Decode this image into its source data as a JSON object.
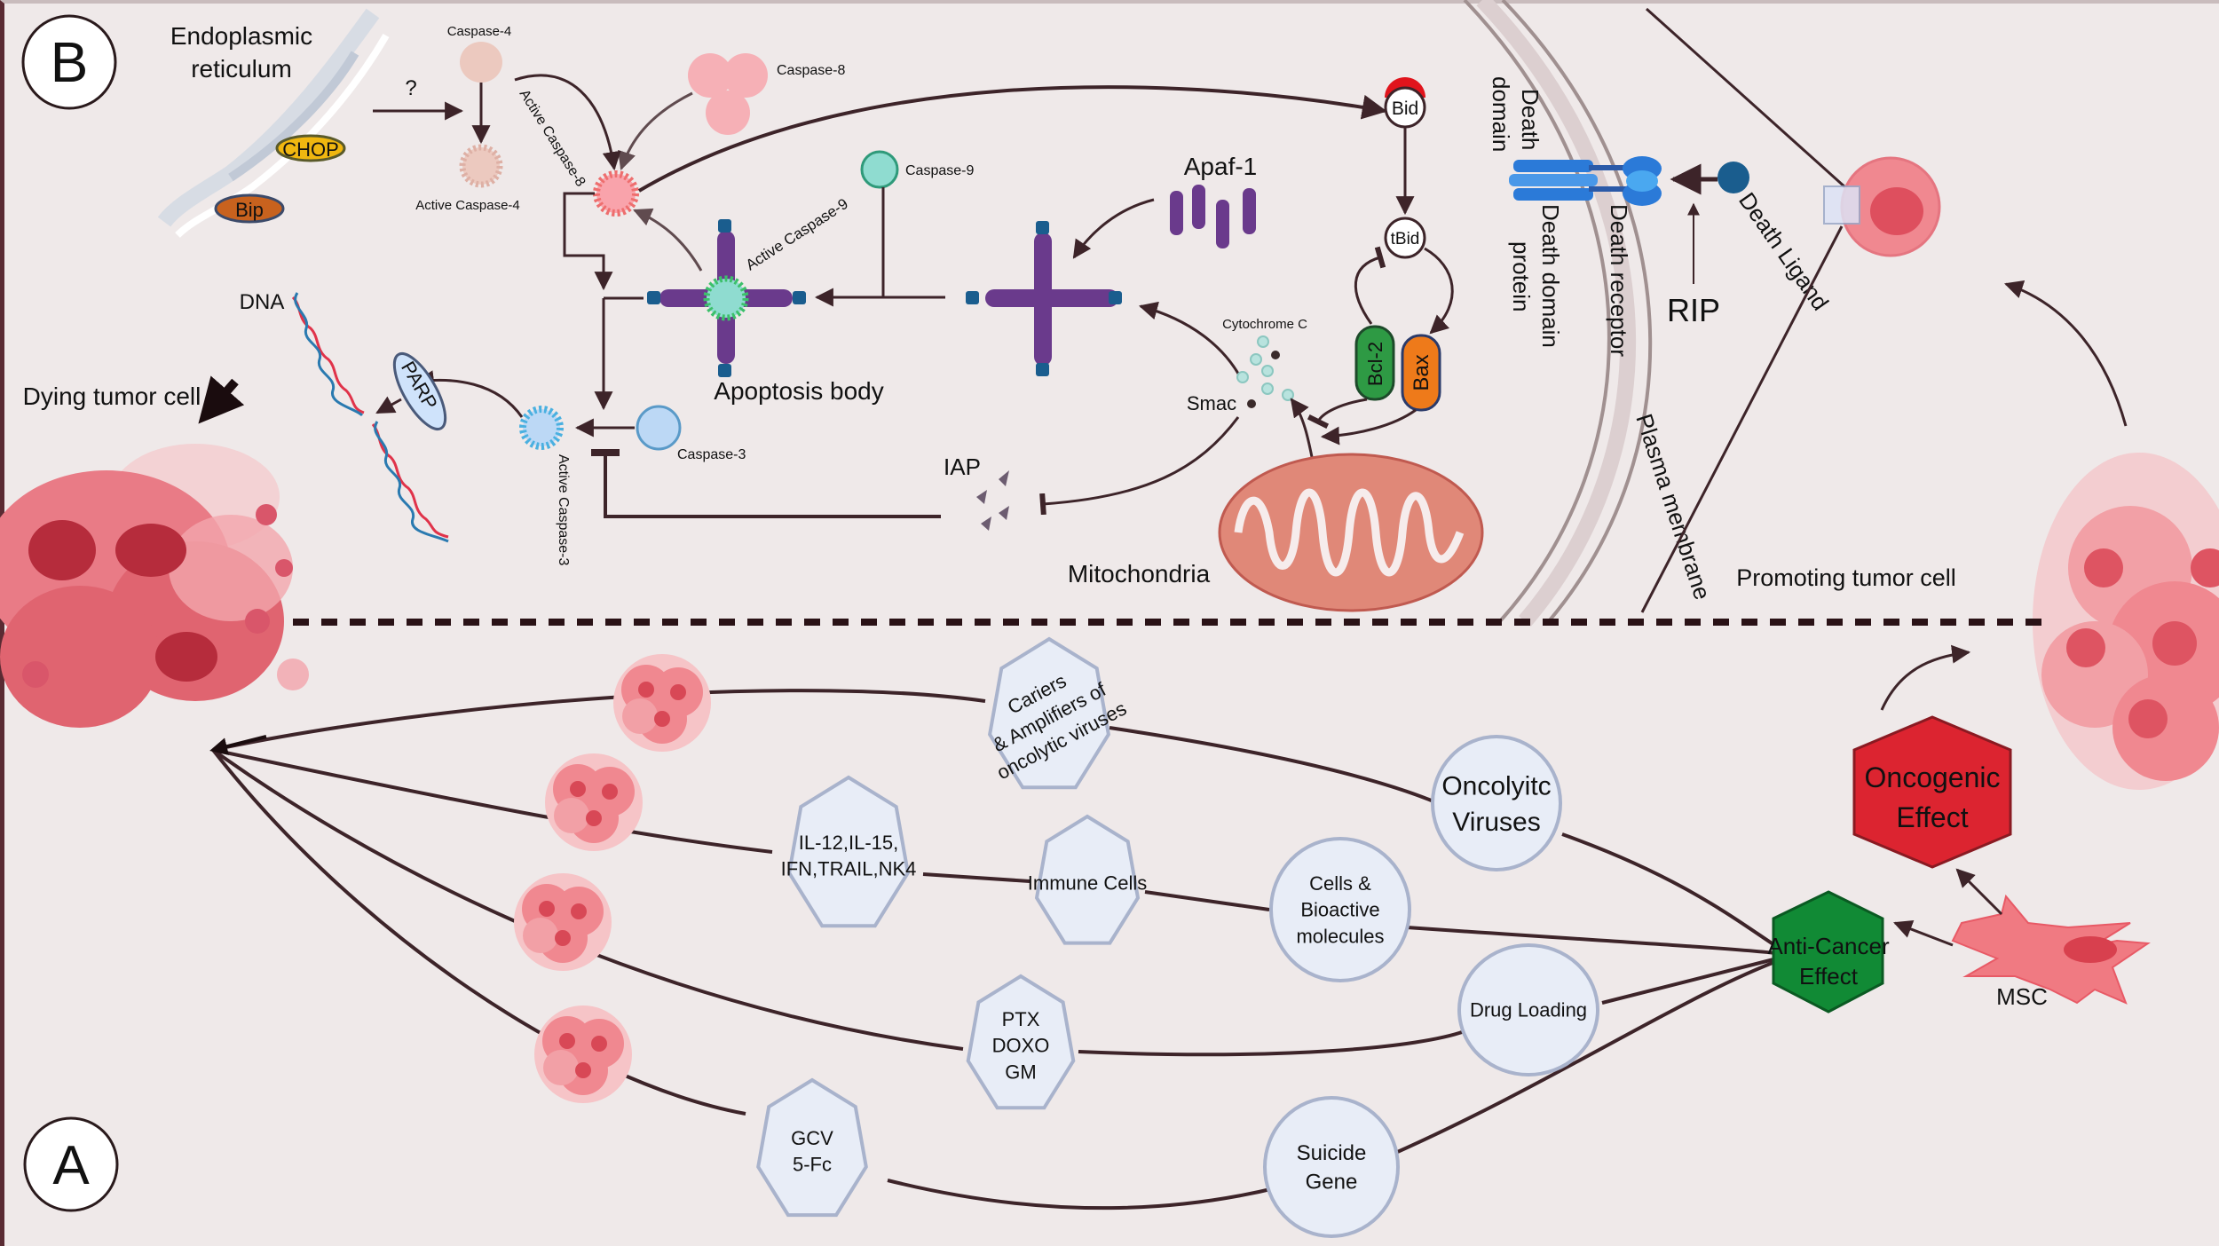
{
  "panels": {
    "B": {
      "badge": "B",
      "labels": {
        "er_line1": "Endoplasmic",
        "er_line2": "reticulum",
        "chop": "CHOP",
        "bip": "Bip",
        "question": "?",
        "caspase4": "Caspase-4",
        "active_caspase4": "Active Caspase-4",
        "active_caspase8": "Active Caspase-8",
        "caspase8": "Caspase-8",
        "caspase9": "Caspase-9",
        "active_caspase9": "Active Caspase-9",
        "apaf1": "Apaf-1",
        "apoptosis_body": "Apoptosis body",
        "bid": "Bid",
        "tbid": "tBid",
        "bcl2": "Bcl-2",
        "bax": "Bax",
        "cytochrome_c": "Cytochrome C",
        "smac": "Smac",
        "iap": "IAP",
        "mitochondria": "Mitochondria",
        "caspase3": "Caspase-3",
        "active_caspase3": "Active Caspase-3",
        "dna": "DNA",
        "parp": "PARP",
        "dying_tumor_cell": "Dying tumor cell",
        "death_domain_line1": "Death",
        "death_domain_line2": "domain",
        "death_domain_protein_line1": "Death domain",
        "death_domain_protein_line2": "protein",
        "death_receptor": "Death receptor",
        "rip": "RIP",
        "death_ligand": "Death Ligand",
        "plasma_membrane": "Plasma membrane",
        "promoting_tumor_cell": "Promoting tumor cell"
      }
    },
    "A": {
      "badge": "A",
      "nodes": {
        "carriers": [
          "Cariers",
          "& Amplifiers of",
          "oncolytic viruses"
        ],
        "oncolytic": [
          "Oncolyitc",
          "Viruses"
        ],
        "cytokines": [
          "IL-12,IL-15,",
          "IFN,TRAIL,NK4"
        ],
        "immune": [
          "Immune Cells"
        ],
        "bioactive": [
          "Cells &",
          "Bioactive",
          "molecules"
        ],
        "drugs": [
          "PTX",
          "DOXO",
          "GM"
        ],
        "drug_loading": [
          "Drug Loading"
        ],
        "prodrugs": [
          "GCV",
          "5-Fc"
        ],
        "suicide": [
          "Suicide",
          "Gene"
        ],
        "oncogenic": [
          "Oncogenic",
          "Effect"
        ],
        "anticancer": [
          "Anti-Cancer",
          "Effect"
        ],
        "msc": "MSC"
      }
    }
  },
  "colors": {
    "background": "#efe9e9",
    "line": "#3d2429",
    "oncogenic": "#dc2430",
    "anticancer": "#118a35",
    "node_fill": "#e8edf7",
    "node_stroke": "#a9b3cc",
    "tumor": "#ef8a92",
    "tumor_dark": "#d8505e",
    "apaf": "#6a3a8c",
    "caspase9": "#8fdcd0",
    "bcl2": "#2e9a44",
    "bax": "#ee7a1a",
    "chop": "#f0b710",
    "bip": "#c8621e",
    "death_receptor": "#2b7ad8",
    "death_ligand": "#1a5d8e",
    "mito": "#e08878"
  }
}
